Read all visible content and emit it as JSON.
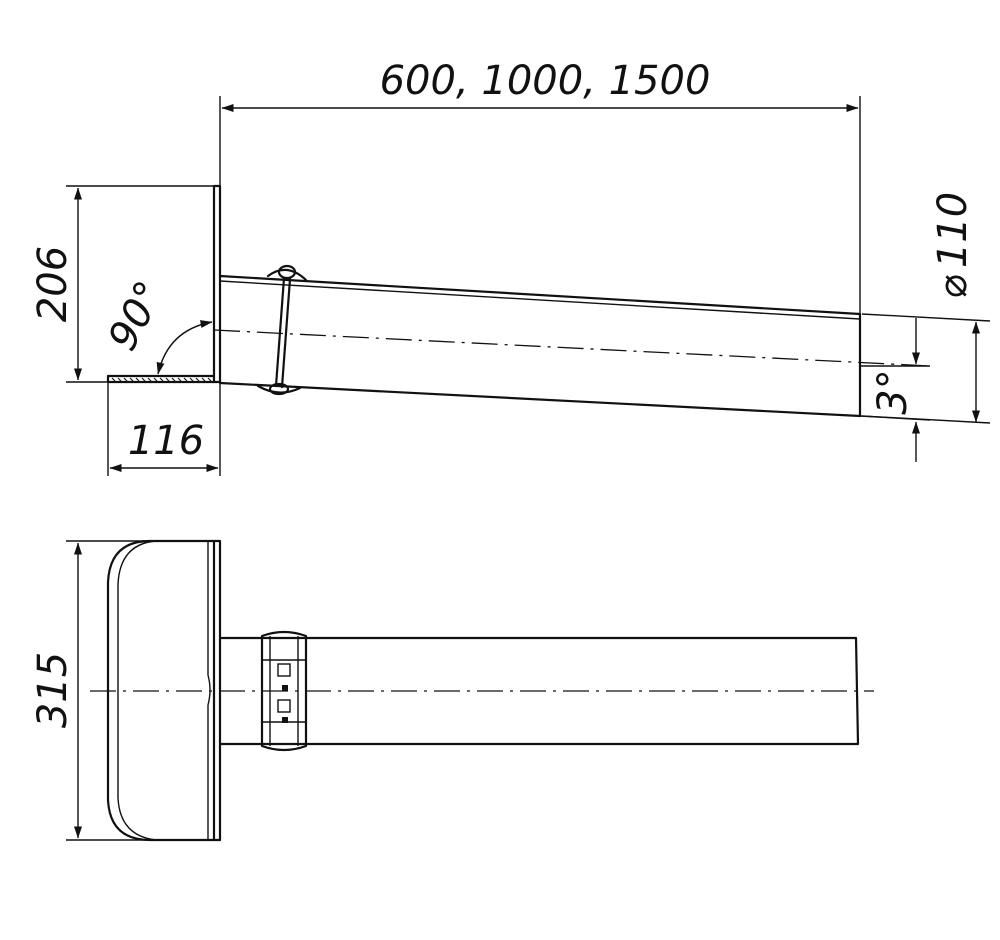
{
  "dimensions": {
    "length": "600,  1000,  1500",
    "height": "206",
    "base_depth": "116",
    "angle_90": "90°",
    "diameter": "110",
    "diameter_symbol": "⌀",
    "slope": "3°",
    "width": "315"
  },
  "colors": {
    "ink": "#111111",
    "background": "#ffffff"
  }
}
